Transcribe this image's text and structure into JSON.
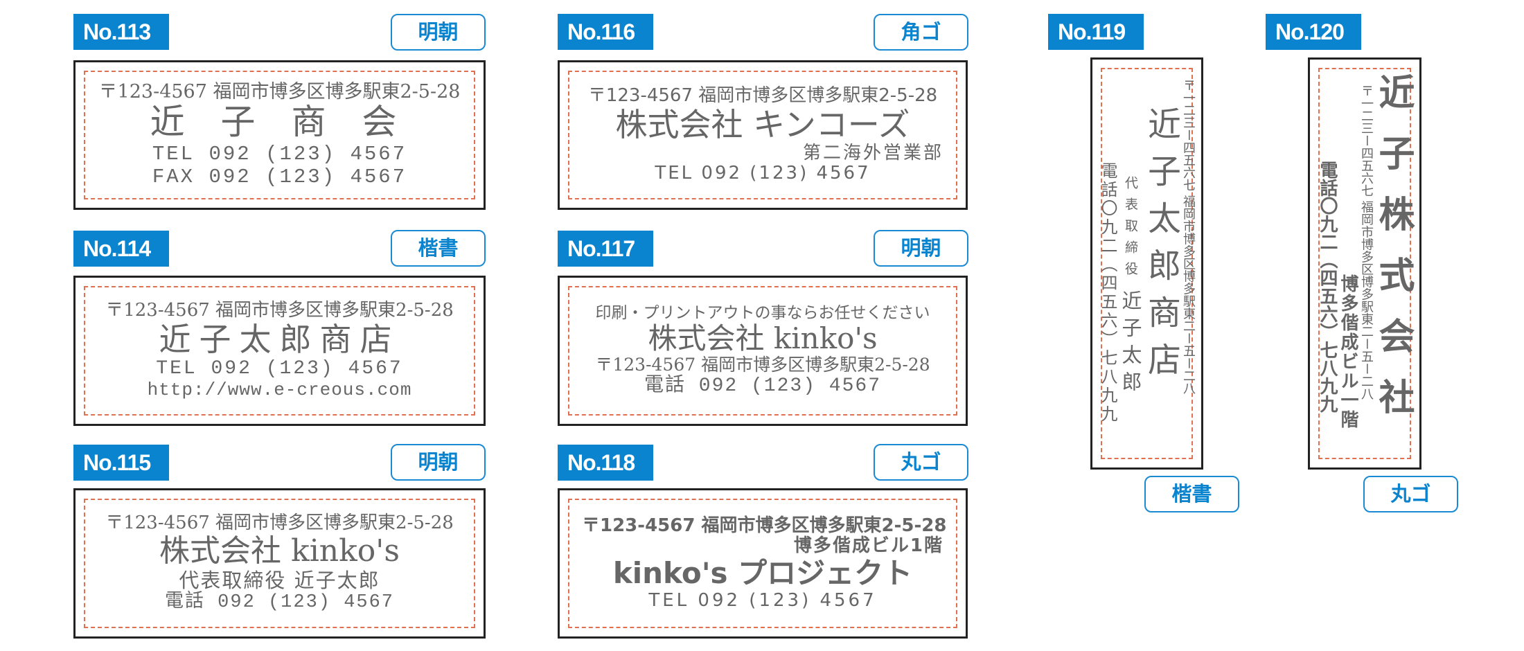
{
  "colors": {
    "label_bg": "#0a84cf",
    "text": "#666666",
    "dash": "#e0704f"
  },
  "cards": [
    {
      "no": "No.113",
      "font": "明朝",
      "lines": [
        "〒123-4567 福岡市博多区博多駅東2-5-28",
        "近 子 商 会",
        "TEL 092 (123) 4567",
        "FAX 092 (123) 4567"
      ]
    },
    {
      "no": "No.114",
      "font": "楷書",
      "lines": [
        "〒123-4567 福岡市博多区博多駅東2-5-28",
        "近子太郎商店",
        "TEL 092 (123) 4567",
        "http://www.e-creous.com"
      ]
    },
    {
      "no": "No.115",
      "font": "明朝",
      "lines": [
        "〒123-4567 福岡市博多区博多駅東2-5-28",
        "株式会社 kinko's",
        "代表取締役 近子太郎",
        "電話 092 (123) 4567"
      ]
    },
    {
      "no": "No.116",
      "font": "角ゴ",
      "lines": [
        "〒123-4567 福岡市博多区博多駅東2-5-28",
        "株式会社 キンコーズ",
        "第二海外営業部",
        "TEL 092 (123) 4567"
      ]
    },
    {
      "no": "No.117",
      "font": "明朝",
      "lines": [
        "印刷・プリントアウトの事ならお任せください",
        "株式会社 kinko's",
        "〒123-4567 福岡市博多区博多駅東2-5-28",
        "電話 092 (123) 4567"
      ]
    },
    {
      "no": "No.118",
      "font": "丸ゴ",
      "lines": [
        "〒123-4567 福岡市博多区博多駅東2-5-28",
        "博多偕成ビル1階",
        "kinko's プロジェクト",
        "TEL 092 (123) 4567"
      ]
    },
    {
      "no": "No.119",
      "font": "楷書",
      "lines": [
        "〒一二三ー四五六七 福岡市博多区博多駅東二ー五ー二八",
        "近子太郎商店",
        "代表取締役",
        "近子太郎",
        "電話〇九二（四五六）七八九九"
      ]
    },
    {
      "no": "No.120",
      "font": "丸ゴ",
      "lines": [
        "〒一二三ー四五六七 福岡市博多区博多駅東二ー五ー二八",
        "近子株式会社",
        "博多偕成ビル一階",
        "電話〇九二（四五六）七八九九"
      ]
    }
  ]
}
